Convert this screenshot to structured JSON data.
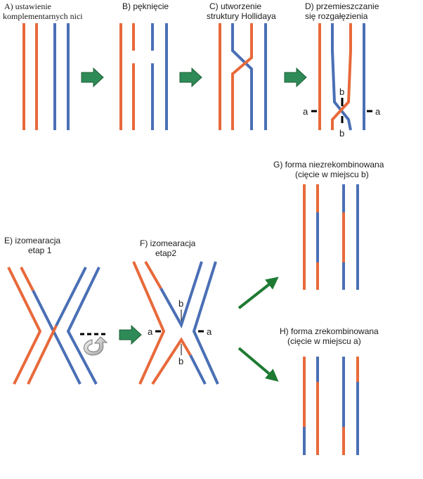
{
  "colors": {
    "strand_orange": "#E8693A",
    "strand_blue": "#4A6FB5",
    "step_arrow": "#2E8B57",
    "result_arrow": "#1E7A32",
    "text": "#1a1a1a"
  },
  "panels": {
    "A": {
      "line1": "A)    ustawienie",
      "line2": "komplementarnych nici"
    },
    "B": {
      "line1": "B) pęknięcie"
    },
    "C": {
      "line1": "C) utworzenie",
      "line2": "struktury Hollidaya"
    },
    "D": {
      "line1": "D) przemieszczanie",
      "line2": "się rozgałęzienia"
    },
    "E": {
      "line1": "E) izomearacja",
      "line2": "etap 1"
    },
    "F": {
      "line1": "F) izomearacja",
      "line2": "etap2"
    },
    "G": {
      "line1": "G) forma niezrekombinowana",
      "line2": "(cięcie w miejscu b)"
    },
    "H": {
      "line1": "H) forma zrekombinowana",
      "line2": "(cięcie w miejscu a)"
    }
  },
  "site_labels": {
    "a": "a",
    "b": "b"
  },
  "icons": {
    "step_arrow": "right-block-arrow-icon",
    "rotate": "curved-rotate-arrow-icon"
  }
}
